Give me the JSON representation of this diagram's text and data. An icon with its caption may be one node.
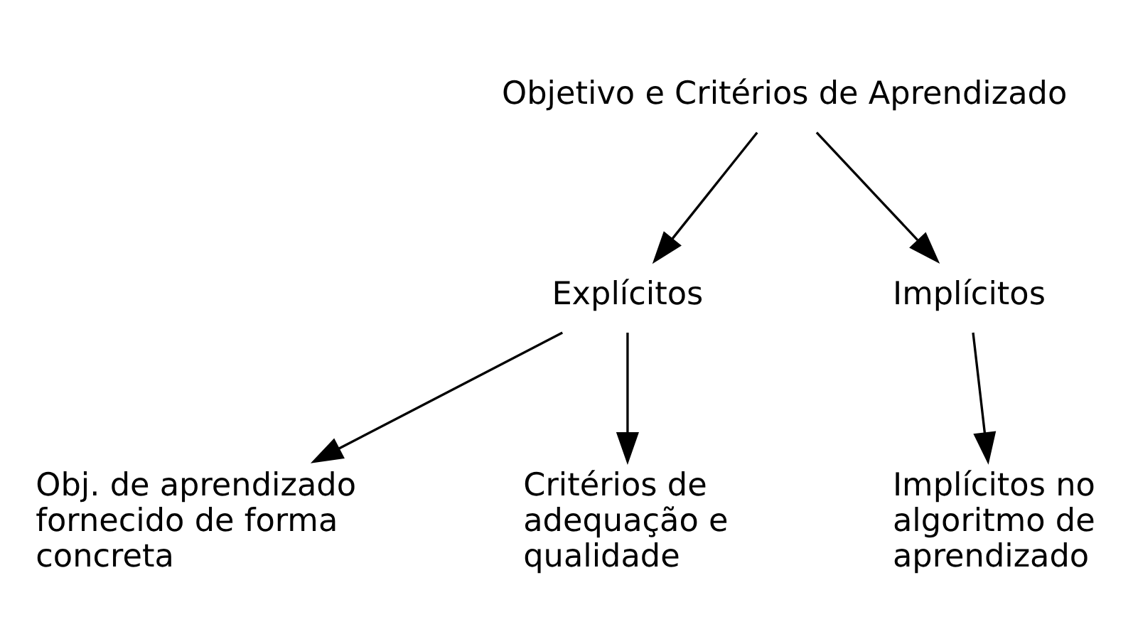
{
  "diagram": {
    "nodes": [
      {
        "text": [
          "Objetivo e Critérios de Aprendizado"
        ]
      },
      {
        "text": [
          "Explícitos"
        ]
      },
      {
        "text": [
          "Implícitos"
        ]
      },
      {
        "text": [
          "Obj. de aprendizado fornecido de forma concreta"
        ]
      },
      {
        "text": [
          "Critérios de adequação e qualidade"
        ]
      },
      {
        "text": [
          "Implícitos no algoritmo de aprendizado"
        ]
      }
    ],
    "edges": [
      {
        "from": 0,
        "to": 1,
        "arrow": "to"
      },
      {
        "from": 0,
        "to": 2,
        "arrow": "to"
      },
      {
        "from": 1,
        "to": 3,
        "arrow": "to"
      },
      {
        "from": 1,
        "to": 4,
        "arrow": "to"
      },
      {
        "from": 2,
        "to": 5,
        "arrow": "to"
      }
    ]
  }
}
